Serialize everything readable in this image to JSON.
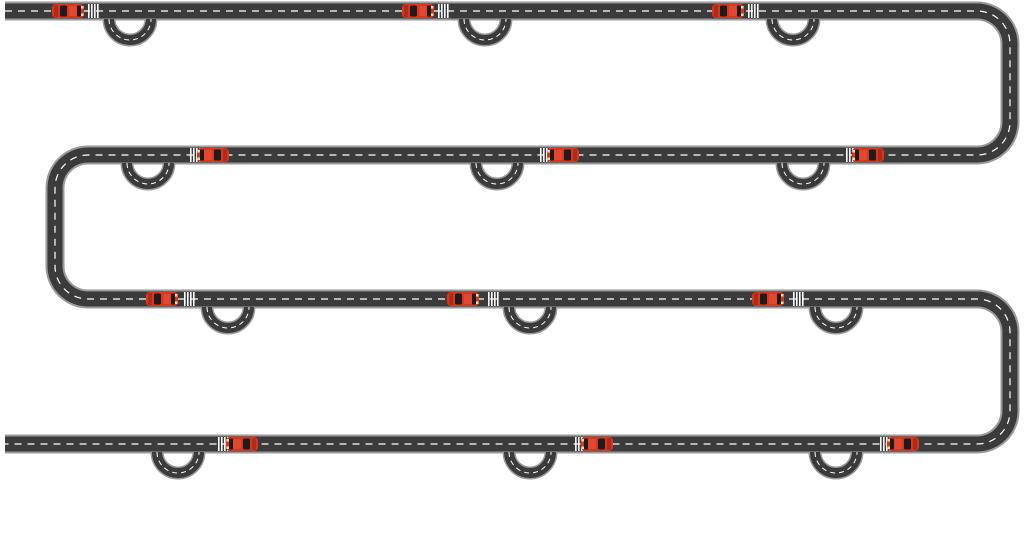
{
  "theme": {
    "background": "#ffffff",
    "road_surface": "#3b3b3b",
    "road_edge": "#9a9a9a",
    "lane_marking": "#ffffff",
    "car_body": "#d9361e",
    "car_glass": "#1c1c1c",
    "crosswalk": "#ffffff",
    "milestone_text": "#e9e9e9"
  },
  "timeline": {
    "rows": 4,
    "direction": "serpentine",
    "cars_per_row": 3,
    "lay_bys_per_row": 3,
    "milestone_count": 12
  },
  "milestones": [
    {
      "year": "",
      "description": ""
    },
    {
      "year": "",
      "description": ""
    },
    {
      "year": "",
      "description": ""
    },
    {
      "year": "",
      "description": ""
    },
    {
      "year": "",
      "description": ""
    },
    {
      "year": "",
      "description": ""
    },
    {
      "year": "",
      "description": ""
    },
    {
      "year": "",
      "description": ""
    },
    {
      "year": "",
      "description": ""
    },
    {
      "year": "",
      "description": ""
    },
    {
      "year": "",
      "description": ""
    },
    {
      "year": "",
      "description": ""
    }
  ]
}
